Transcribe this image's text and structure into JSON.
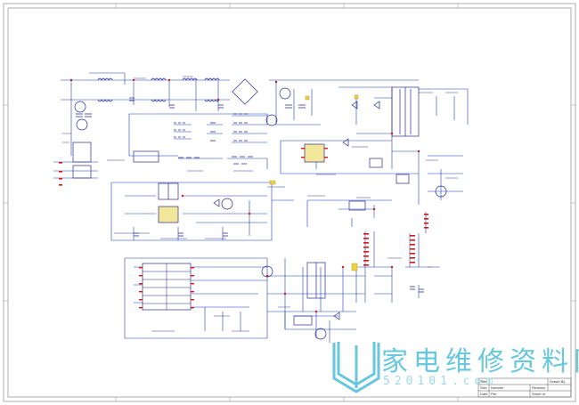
{
  "watermark": {
    "text": "家电维修资料网",
    "url": "520101.com"
  },
  "title_block": {
    "cells": [
      "Title",
      "Size",
      "Number",
      "Revision",
      "Date",
      "File",
      "Sheet of",
      "Drawn By"
    ]
  },
  "colors": {
    "wire": "#1f3fbf",
    "component": "#2a2a90",
    "pin_red": "#d01818",
    "junction": "#d01818",
    "chip_fill": "#f3e79c",
    "frame": "#7a7a7a",
    "watermark": "#67c7dd"
  }
}
